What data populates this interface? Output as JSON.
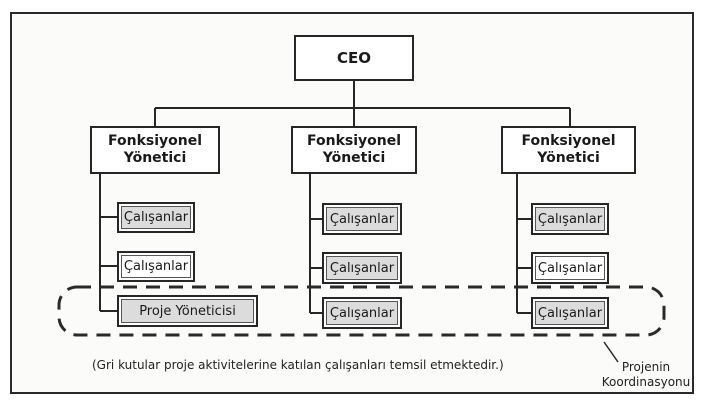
{
  "ceo": {
    "label": "CEO"
  },
  "managers": [
    {
      "label": "Fonksiyonel Yönetici"
    },
    {
      "label": "Fonksiyonel Yönetici"
    },
    {
      "label": "Fonksiyonel Yönetici"
    }
  ],
  "columns": [
    {
      "employees": [
        {
          "label": "Çalışanlar",
          "gray": true
        },
        {
          "label": "Çalışanlar",
          "gray": false
        },
        {
          "label": "Proje Yöneticisi",
          "gray": true
        }
      ]
    },
    {
      "employees": [
        {
          "label": "Çalışanlar",
          "gray": true
        },
        {
          "label": "Çalışanlar",
          "gray": true
        },
        {
          "label": "Çalışanlar",
          "gray": true
        }
      ]
    },
    {
      "employees": [
        {
          "label": "Çalışanlar",
          "gray": true
        },
        {
          "label": "Çalışanlar",
          "gray": false
        },
        {
          "label": "Çalışanlar",
          "gray": true
        }
      ]
    }
  ],
  "caption": "(Gri kutular proje aktivitelerine katılan çalışanları temsil etmektedir.)",
  "coordination_note": "Projenin Koordinasyonu",
  "colors": {
    "gray_box": "#dcdcdc",
    "line": "#262626"
  }
}
